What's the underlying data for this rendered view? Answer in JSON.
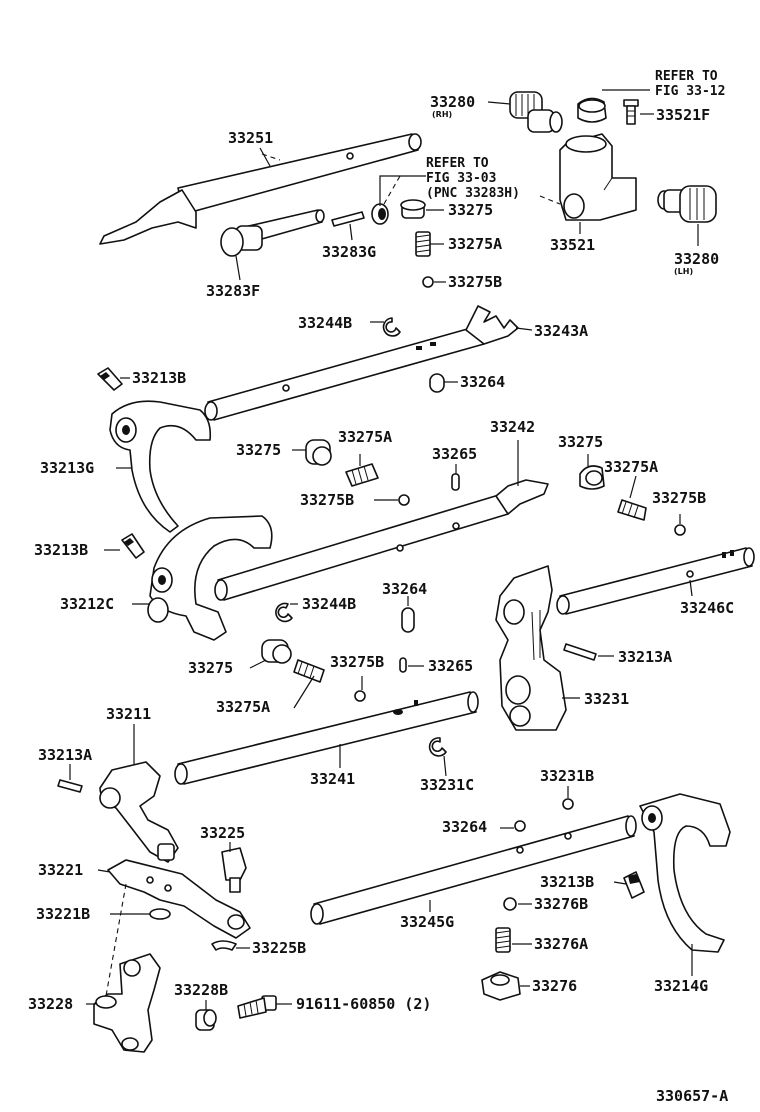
{
  "figure_id": "330657-A",
  "notes": {
    "fig_33_12": [
      "REFER TO",
      "FIG 33-12"
    ],
    "fig_33_03": [
      "REFER TO",
      "FIG 33-03",
      "(PNC 33283H)"
    ]
  },
  "side_marks": {
    "rh": "(RH)",
    "lh": "(LH)"
  },
  "labels": {
    "p33280_rh": "33280",
    "p33280_lh": "33280",
    "p33521f": "33521F",
    "p33521": "33521",
    "p33251": "33251",
    "p33275_top": "33275",
    "p33275a_top": "33275A",
    "p33275b_top": "33275B",
    "p33283g": "33283G",
    "p33283f": "33283F",
    "p33244b_top": "33244B",
    "p33243a": "33243A",
    "p33213b_top": "33213B",
    "p33264_top": "33264",
    "p33213g": "33213G",
    "p33275_mid": "33275",
    "p33275a_mid": "33275A",
    "p33275b_mid": "33275B",
    "p33265_mid": "33265",
    "p33242": "33242",
    "p33275_right": "33275",
    "p33275a_right": "33275A",
    "p33275b_right": "33275B",
    "p33213b_mid": "33213B",
    "p33212c": "33212C",
    "p33244b_mid": "33244B",
    "p33264_mid": "33264",
    "p33246c": "33246C",
    "p33213a_right": "33213A",
    "p33275_low": "33275",
    "p33275b_low": "33275B",
    "p33265_low": "33265",
    "p33275a_low": "33275A",
    "p33231": "33231",
    "p33211": "33211",
    "p33213a_left": "33213A",
    "p33241": "33241",
    "p33231c": "33231C",
    "p33231b": "33231B",
    "p33225": "33225",
    "p33264_low": "33264",
    "p33221": "33221",
    "p33213b_low": "33213B",
    "p33221b": "33221B",
    "p33245g": "33245G",
    "p33276b": "33276B",
    "p33225b": "33225B",
    "p33276a": "33276A",
    "p33228b": "33228B",
    "p33228": "33228",
    "p91611": "91611-60850 (2)",
    "p33276": "33276",
    "p33214g": "33214G"
  }
}
